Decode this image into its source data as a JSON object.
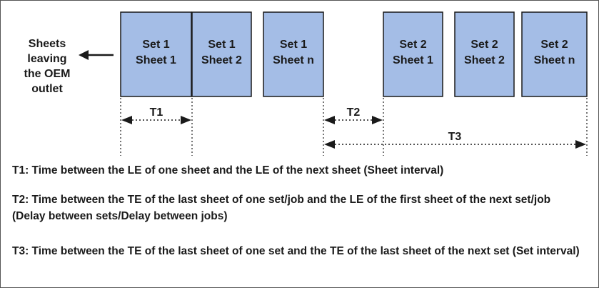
{
  "outlet_label": [
    "Sheets",
    "leaving",
    "the OEM",
    "outlet"
  ],
  "sheets": [
    {
      "set": "Set 1",
      "sheet": "Sheet 1"
    },
    {
      "set": "Set 1",
      "sheet": "Sheet 2"
    },
    {
      "set": "Set 1",
      "sheet": "Sheet n"
    },
    {
      "set": "Set 2",
      "sheet": "Sheet 1"
    },
    {
      "set": "Set 2",
      "sheet": "Sheet 2"
    },
    {
      "set": "Set 2",
      "sheet": "Sheet n"
    }
  ],
  "timings": {
    "t1": "T1",
    "t2": "T2",
    "t3": "T3"
  },
  "definitions": [
    "T1: Time between the LE of one sheet and the LE of the next sheet (Sheet interval)",
    "T2: Time between the TE of the last sheet of one set/job and the LE of the first sheet of the next set/job (Delay between sets/Delay between jobs)",
    "T3: Time between the TE of the last sheet of one set and the TE of the last sheet of the next set (Set interval)"
  ],
  "colors": {
    "sheet_fill": "#a4bde6",
    "outline": "#1a1a1a"
  }
}
